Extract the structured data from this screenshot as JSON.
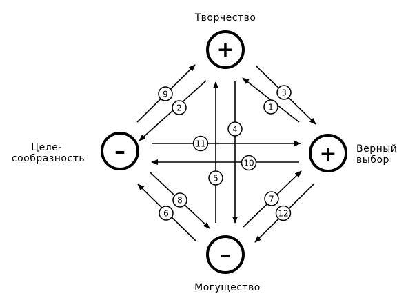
{
  "nodes": {
    "top": {
      "sign": "+",
      "label_lines": [
        "Творчество"
      ]
    },
    "left": {
      "sign": "–",
      "label_lines": [
        "Целе-",
        "сообразность"
      ]
    },
    "right": {
      "sign": "+",
      "label_lines": [
        "Верный",
        "выбор"
      ]
    },
    "bottom": {
      "sign": "–",
      "label_lines": [
        "Могущество"
      ]
    }
  },
  "arrows": [
    {
      "number": "1"
    },
    {
      "number": "2"
    },
    {
      "number": "3"
    },
    {
      "number": "4"
    },
    {
      "number": "5"
    },
    {
      "number": "6"
    },
    {
      "number": "7"
    },
    {
      "number": "8"
    },
    {
      "number": "9"
    },
    {
      "number": "10"
    },
    {
      "number": "11"
    },
    {
      "number": "12"
    }
  ]
}
